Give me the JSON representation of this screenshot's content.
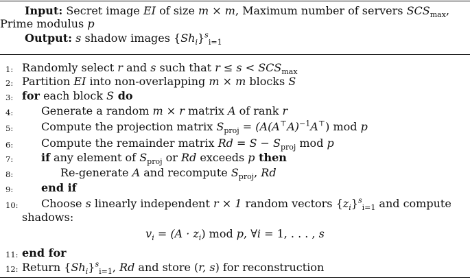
{
  "header": {
    "input_label": "Input:",
    "input_text_1": "Secret image ",
    "input_var_ei": "EI",
    "input_text_2": " of size ",
    "input_size": "m × m",
    "input_text_3": ", Maximum number of servers ",
    "input_scs": "SCS",
    "input_scs_sub": "max",
    "input_text_4": ",",
    "input_line2": "Prime modulus ",
    "input_p": "p",
    "output_label": "Output:",
    "output_text_1": " s",
    "output_text_2": " shadow images {",
    "output_sh": "Sh",
    "output_sub": "i",
    "output_text_3": "}",
    "output_sup": "s",
    "output_sub2": "i=1"
  },
  "lines": {
    "l1": {
      "num": "1:",
      "a": "Randomly select ",
      "b": "r",
      "c": " and ",
      "d": "s",
      "e": " such that ",
      "f": "r ≤ s < SCS",
      "g": "max"
    },
    "l2": {
      "num": "2:",
      "a": "Partition ",
      "b": "EI",
      "c": " into non-overlapping ",
      "d": "m × m",
      "e": " blocks ",
      "f": "S"
    },
    "l3": {
      "num": "3:",
      "kw1": "for",
      "a": " each block ",
      "b": "S",
      "kw2": " do"
    },
    "l4": {
      "num": "4:",
      "a": "Generate a random ",
      "b": "m × r",
      "c": " matrix ",
      "d": "A",
      "e": " of rank ",
      "f": "r"
    },
    "l5": {
      "num": "5:",
      "a": "Compute the projection matrix ",
      "b": "S",
      "c": "proj",
      "d": " = (A(A",
      "e": "⊤",
      "f": "A)",
      "g": "−1",
      "h": "A",
      "i": "⊤",
      "j": ")  mod ",
      "k": "p"
    },
    "l6": {
      "num": "6:",
      "a": "Compute the remainder matrix ",
      "b": "Rd = S − S",
      "c": "proj",
      "d": "  mod ",
      "e": "p"
    },
    "l7": {
      "num": "7:",
      "kw1": "if",
      "a": " any element of ",
      "b": "S",
      "c": "proj",
      "d": " or ",
      "e": "Rd",
      "f": " exceeds ",
      "g": "p",
      "kw2": " then"
    },
    "l8": {
      "num": "8:",
      "a": "Re-generate ",
      "b": "A",
      "c": " and recompute ",
      "d": "S",
      "e": "proj",
      "f": ", ",
      "g": "Rd"
    },
    "l9": {
      "num": "9:",
      "kw1": "end if"
    },
    "l10": {
      "num": "10:",
      "a": "Choose ",
      "b": "s",
      "c": " linearly independent ",
      "d": "r × 1",
      "e": " random vectors {",
      "f": "z",
      "g": "i",
      "h": "}",
      "i": "s",
      "j": "i=1",
      "k": " and compute",
      "l": "shadows:"
    },
    "eq": {
      "a": "v",
      "b": "i",
      "c": " = (A · z",
      "d": "i",
      "e": ")    mod ",
      "f": "p",
      "g": ",    ∀",
      "h": "i",
      "i": " = 1, . . . , ",
      "j": "s"
    },
    "l11": {
      "num": "11:",
      "kw1": "end for"
    },
    "l12": {
      "num": "12:",
      "a": "Return {",
      "b": "Sh",
      "c": "i",
      "d": "}",
      "e": "s",
      "f": "i=1",
      "g": ", ",
      "h": "Rd",
      "i": " and store (",
      "j": "r, s",
      "k": ") for reconstruction"
    }
  }
}
